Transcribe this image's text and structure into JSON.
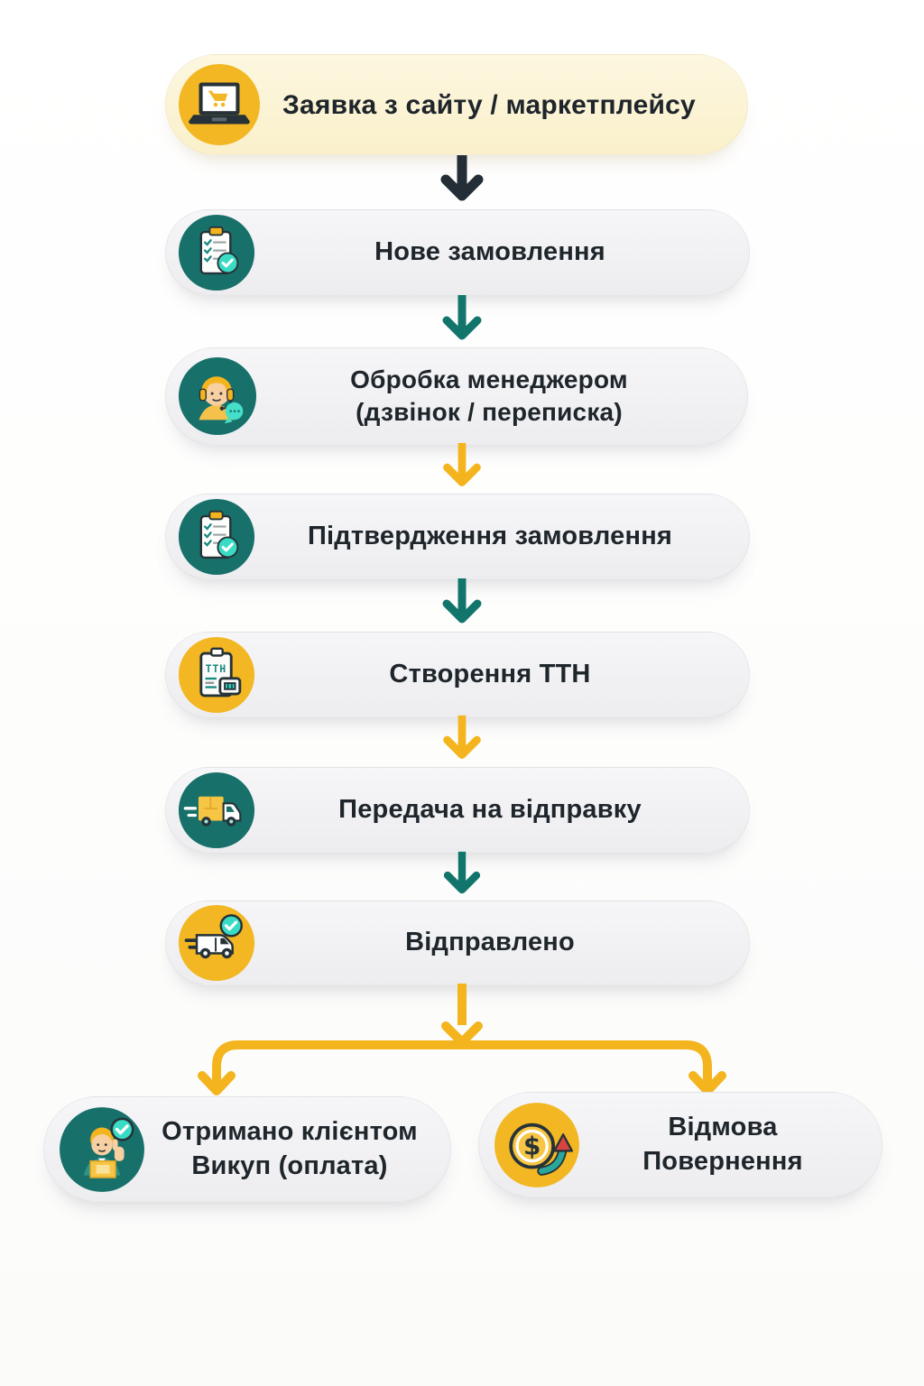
{
  "colors": {
    "accent_yellow": "#F4B41D",
    "accent_teal": "#12756C",
    "dark": "#232E36",
    "cream_box": "#FAF0CB",
    "gray_box": "#EFEFF1",
    "mint_badge": "#3ADBC5",
    "red_accent": "#D8453E",
    "text": "#1E252B"
  },
  "flow": {
    "nodes": [
      {
        "id": "order-from-site",
        "icon": "laptop-cart-icon",
        "lines": [
          "Заявка з сайту / маркетплейсу"
        ]
      },
      {
        "id": "new-order",
        "icon": "clipboard-check-icon",
        "lines": [
          "Нове замовлення"
        ]
      },
      {
        "id": "manager-processing",
        "icon": "manager-headset-icon",
        "lines": [
          "Обробка менеджером",
          "(дзвінок / переписка)"
        ]
      },
      {
        "id": "order-confirmation",
        "icon": "clipboard-check-icon",
        "lines": [
          "Підтвердження замовлення"
        ]
      },
      {
        "id": "ttn-creation",
        "icon": "ttn-document-icon",
        "lines": [
          "Створення ТТН"
        ],
        "icon_text": "ТТН"
      },
      {
        "id": "handover-to-shipping",
        "icon": "delivery-truck-icon",
        "lines": [
          "Передача на відправку"
        ]
      },
      {
        "id": "shipped",
        "icon": "van-check-icon",
        "lines": [
          "Відправлено"
        ]
      },
      {
        "id": "received-by-client",
        "icon": "customer-box-icon",
        "lines": [
          "Отримано клієнтом",
          "Викуп (оплата)"
        ]
      },
      {
        "id": "refusal-return",
        "icon": "refund-return-icon",
        "lines": [
          "Відмова",
          "Повернення"
        ]
      }
    ],
    "arrow_sequence": [
      "dark",
      "teal",
      "yellow",
      "teal",
      "yellow",
      "teal",
      "yellow-branch-left-right"
    ]
  }
}
